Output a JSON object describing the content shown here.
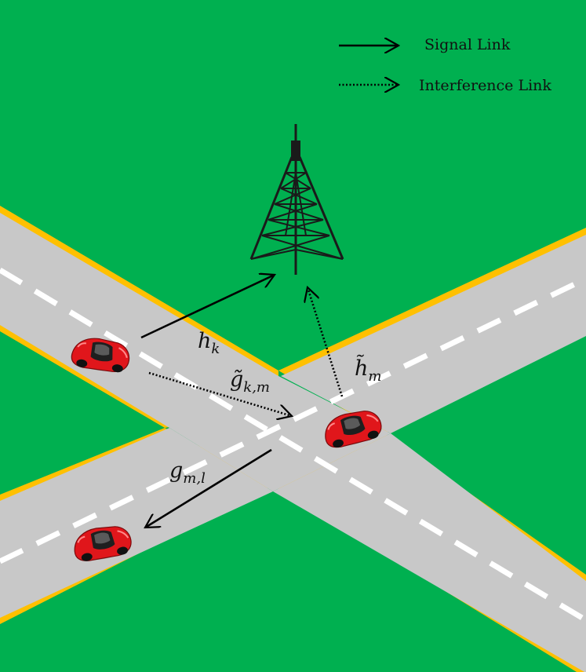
{
  "legend": {
    "signal_label": "Signal Link",
    "interference_label": "Interference Link"
  },
  "links": {
    "h_k": {
      "symbol": "h",
      "subscript": "k"
    },
    "g_tilde_km": {
      "symbol": "g̃",
      "subscript": "k,m"
    },
    "h_tilde_m": {
      "symbol": "h̃",
      "subscript": "m"
    },
    "g_ml": {
      "symbol": "g",
      "subscript": "m,l"
    }
  },
  "colors": {
    "grass": "#00b050",
    "road": "#c8c8c8",
    "road_edge": "#ffc000",
    "lane_marking": "#ffffff",
    "car_body": "#e0161b",
    "tower": "#1a1a1a",
    "arrow": "#000000"
  }
}
